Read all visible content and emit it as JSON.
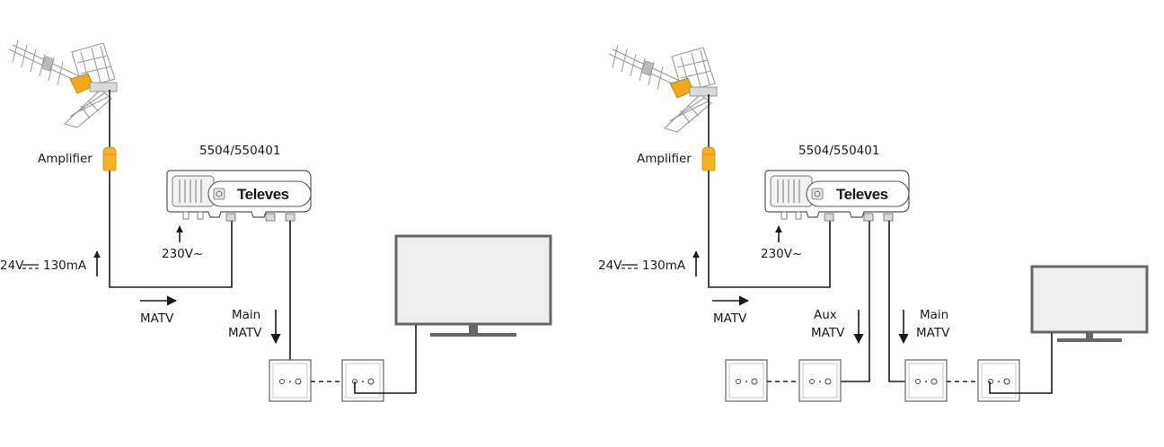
{
  "diagrams": [
    {
      "amplifier_label": "Amplifier",
      "model_label": "5504/550401",
      "brand": "Televes",
      "mains_label": "230V~",
      "dc_voltage": "24V",
      "dc_current": "130mA",
      "matv_label": "MATV",
      "outputs": [
        {
          "line1": "Main",
          "line2": "MATV"
        }
      ]
    },
    {
      "amplifier_label": "Amplifier",
      "model_label": "5504/550401",
      "brand": "Televes",
      "mains_label": "230V~",
      "dc_voltage": "24V",
      "dc_current": "130mA",
      "matv_label": "MATV",
      "outputs": [
        {
          "line1": "Aux",
          "line2": "MATV"
        },
        {
          "line1": "Main",
          "line2": "MATV"
        }
      ]
    }
  ],
  "colors": {
    "amplifier": "#f5b222",
    "antenna_accent": "#f2a81d",
    "tv_screen": "#eeeeee",
    "line": "#1a1a1a"
  }
}
